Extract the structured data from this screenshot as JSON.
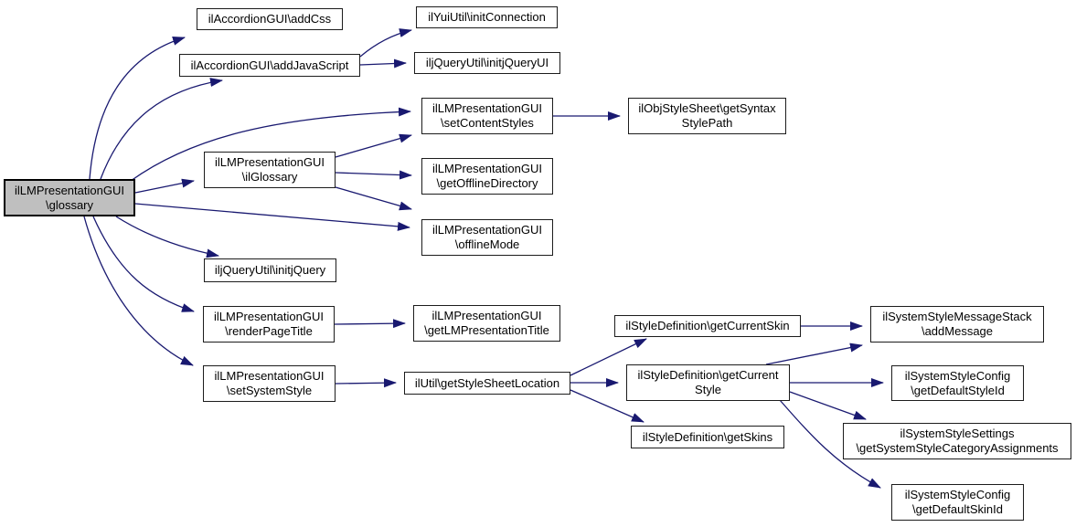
{
  "diagram": {
    "type": "call-graph",
    "colors": {
      "edge": "#191970",
      "node_fill": "#ffffff",
      "node_border": "#1c1c1c",
      "root_fill": "#bfbfbf",
      "text": "#000000"
    },
    "nodes": [
      {
        "id": "glossary",
        "root": true,
        "lines": [
          "ilLMPresentationGUI",
          "\\glossary"
        ]
      },
      {
        "id": "addCss",
        "root": false,
        "lines": [
          "ilAccordionGUI\\addCss"
        ]
      },
      {
        "id": "addJavaScript",
        "root": false,
        "lines": [
          "ilAccordionGUI\\addJavaScript"
        ]
      },
      {
        "id": "initConnection",
        "root": false,
        "lines": [
          "ilYuiUtil\\initConnection"
        ]
      },
      {
        "id": "initjQueryUI",
        "root": false,
        "lines": [
          "iljQueryUtil\\initjQueryUI"
        ]
      },
      {
        "id": "setContentStyles",
        "root": false,
        "lines": [
          "ilLMPresentationGUI",
          "\\setContentStyles"
        ]
      },
      {
        "id": "getSyntaxStylePath",
        "root": false,
        "lines": [
          "ilObjStyleSheet\\getSyntax",
          "StylePath"
        ]
      },
      {
        "id": "ilGlossary",
        "root": false,
        "lines": [
          "ilLMPresentationGUI",
          "\\ilGlossary"
        ]
      },
      {
        "id": "getOfflineDirectory",
        "root": false,
        "lines": [
          "ilLMPresentationGUI",
          "\\getOfflineDirectory"
        ]
      },
      {
        "id": "offlineMode",
        "root": false,
        "lines": [
          "ilLMPresentationGUI",
          "\\offlineMode"
        ]
      },
      {
        "id": "initjQuery",
        "root": false,
        "lines": [
          "iljQueryUtil\\initjQuery"
        ]
      },
      {
        "id": "renderPageTitle",
        "root": false,
        "lines": [
          "ilLMPresentationGUI",
          "\\renderPageTitle"
        ]
      },
      {
        "id": "getLMPresentationTitle",
        "root": false,
        "lines": [
          "ilLMPresentationGUI",
          "\\getLMPresentationTitle"
        ]
      },
      {
        "id": "setSystemStyle",
        "root": false,
        "lines": [
          "ilLMPresentationGUI",
          "\\setSystemStyle"
        ]
      },
      {
        "id": "getStyleSheetLocation",
        "root": false,
        "lines": [
          "ilUtil\\getStyleSheetLocation"
        ]
      },
      {
        "id": "getCurrentSkin",
        "root": false,
        "lines": [
          "ilStyleDefinition\\getCurrentSkin"
        ]
      },
      {
        "id": "getCurrentStyle",
        "root": false,
        "lines": [
          "ilStyleDefinition\\getCurrent",
          "Style"
        ]
      },
      {
        "id": "getSkins",
        "root": false,
        "lines": [
          "ilStyleDefinition\\getSkins"
        ]
      },
      {
        "id": "addMessage",
        "root": false,
        "lines": [
          "ilSystemStyleMessageStack",
          "\\addMessage"
        ]
      },
      {
        "id": "getDefaultStyleId",
        "root": false,
        "lines": [
          "ilSystemStyleConfig",
          "\\getDefaultStyleId"
        ]
      },
      {
        "id": "getSystemStyleCategoryAssignments",
        "root": false,
        "lines": [
          "ilSystemStyleSettings",
          "\\getSystemStyleCategoryAssignments"
        ]
      },
      {
        "id": "getDefaultSkinId",
        "root": false,
        "lines": [
          "ilSystemStyleConfig",
          "\\getDefaultSkinId"
        ]
      }
    ],
    "edges": [
      [
        "glossary",
        "addCss"
      ],
      [
        "glossary",
        "addJavaScript"
      ],
      [
        "glossary",
        "setContentStyles"
      ],
      [
        "glossary",
        "ilGlossary"
      ],
      [
        "glossary",
        "offlineMode"
      ],
      [
        "glossary",
        "initjQuery"
      ],
      [
        "glossary",
        "renderPageTitle"
      ],
      [
        "glossary",
        "setSystemStyle"
      ],
      [
        "addJavaScript",
        "initConnection"
      ],
      [
        "addJavaScript",
        "initjQueryUI"
      ],
      [
        "ilGlossary",
        "setContentStyles"
      ],
      [
        "ilGlossary",
        "getOfflineDirectory"
      ],
      [
        "ilGlossary",
        "offlineMode"
      ],
      [
        "setContentStyles",
        "getSyntaxStylePath"
      ],
      [
        "renderPageTitle",
        "getLMPresentationTitle"
      ],
      [
        "setSystemStyle",
        "getStyleSheetLocation"
      ],
      [
        "getStyleSheetLocation",
        "getCurrentSkin"
      ],
      [
        "getStyleSheetLocation",
        "getCurrentStyle"
      ],
      [
        "getStyleSheetLocation",
        "getSkins"
      ],
      [
        "getCurrentSkin",
        "addMessage"
      ],
      [
        "getCurrentStyle",
        "addMessage"
      ],
      [
        "getCurrentStyle",
        "getDefaultStyleId"
      ],
      [
        "getCurrentStyle",
        "getSystemStyleCategoryAssignments"
      ],
      [
        "getCurrentStyle",
        "getDefaultSkinId"
      ]
    ]
  }
}
